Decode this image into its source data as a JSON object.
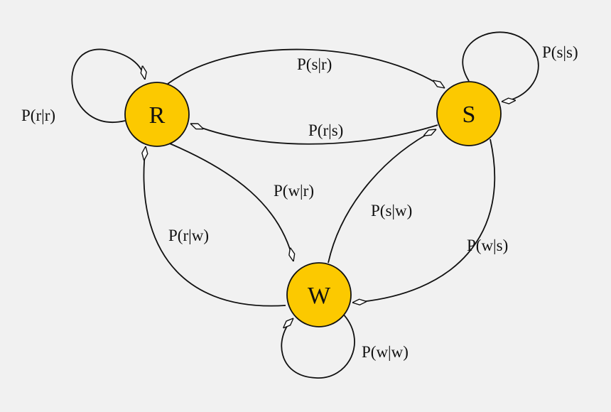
{
  "colors": {
    "background": "#f1f1f1",
    "node_fill": "#fcc900",
    "stroke": "#111111",
    "arrow_fill": "#ffffff"
  },
  "nodes": [
    {
      "id": "R",
      "label": "R"
    },
    {
      "id": "S",
      "label": "S"
    },
    {
      "id": "W",
      "label": "W"
    }
  ],
  "edges": [
    {
      "from": "R",
      "to": "S",
      "label": "P(s|r)"
    },
    {
      "from": "S",
      "to": "R",
      "label": "P(r|s)"
    },
    {
      "from": "R",
      "to": "R",
      "label": "P(r|r)"
    },
    {
      "from": "S",
      "to": "S",
      "label": "P(s|s)"
    },
    {
      "from": "R",
      "to": "W",
      "label": "P(w|r)"
    },
    {
      "from": "W",
      "to": "R",
      "label": "P(r|w)"
    },
    {
      "from": "W",
      "to": "S",
      "label": "P(s|w)"
    },
    {
      "from": "S",
      "to": "W",
      "label": "P(w|s)"
    },
    {
      "from": "W",
      "to": "W",
      "label": "P(w|w)"
    }
  ]
}
